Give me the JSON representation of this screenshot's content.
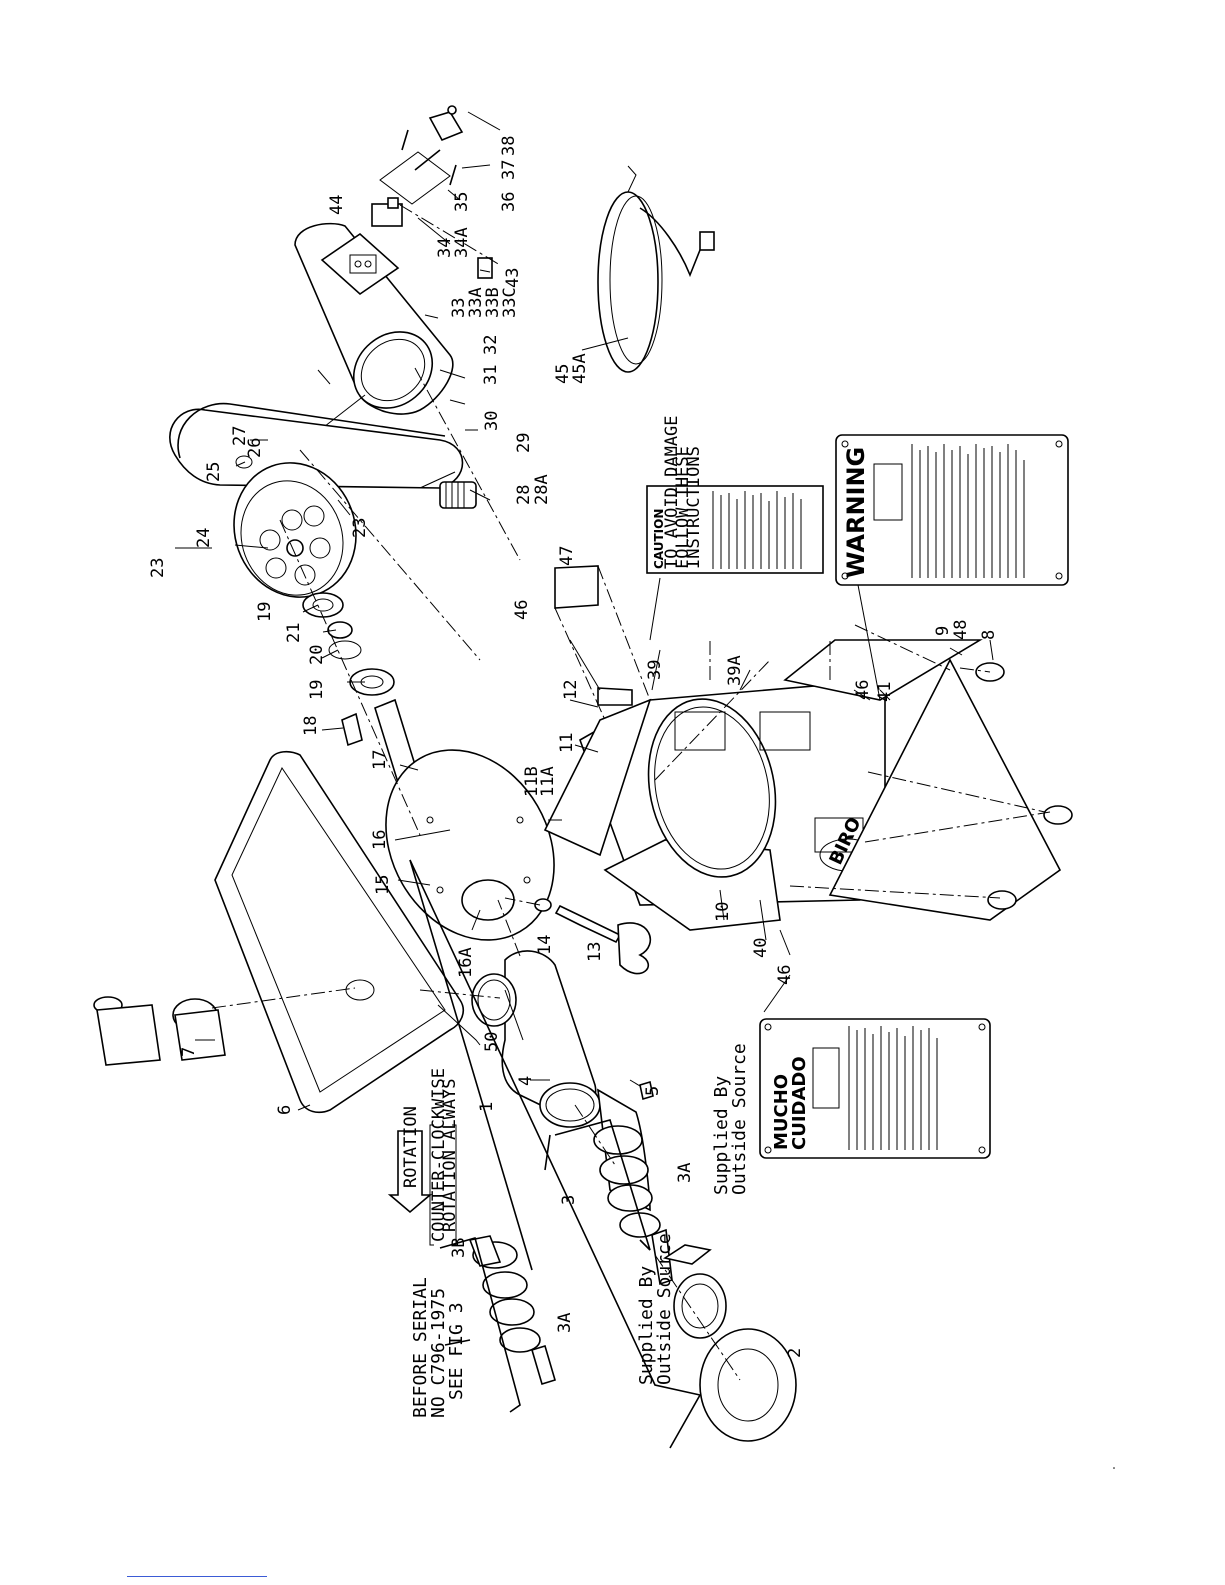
{
  "labels": {
    "p1": "1",
    "p2": "2",
    "p3": "3",
    "p3A_top": "3A",
    "p3A_bot": "3A",
    "p3B": "3B",
    "p4": "4",
    "p5": "5",
    "p6": "6",
    "p7": "7",
    "p8": "8",
    "p9": "9",
    "p10": "10",
    "p11": "11",
    "p11A": "11A",
    "p11B": "11B",
    "p12": "12",
    "p13": "13",
    "p14": "14",
    "p15": "15",
    "p16": "16",
    "p16A": "16A",
    "p17": "17",
    "p18": "18",
    "p19a": "19",
    "p19b": "19",
    "p20": "20",
    "p21": "21",
    "p23a": "23",
    "p23b": "23",
    "p24": "24",
    "p25": "25",
    "p26": "26",
    "p27": "27",
    "p28": "28",
    "p28A": "28A",
    "p29": "29",
    "p30": "30",
    "p31": "31",
    "p32": "32",
    "p33": "33",
    "p33A": "33A",
    "p33B": "33B",
    "p33C": "33C",
    "p34": "34",
    "p34A": "34A",
    "p35": "35",
    "p36": "36",
    "p37": "37",
    "p38": "38",
    "p39": "39",
    "p39A": "39A",
    "p40": "40",
    "p41": "41",
    "p43": "43",
    "p44": "44",
    "p45": "45",
    "p45A": "45A",
    "p46a": "46",
    "p46b": "46",
    "p46c": "46",
    "p47": "47",
    "p48": "48",
    "p50": "50"
  },
  "notes": {
    "before_serial_1": "BEFORE SERIAL",
    "before_serial_2": "NO C796-1975",
    "before_serial_3": "SEE FIG 3",
    "supplied_a_1": "Supplied By",
    "supplied_a_2": "Outside Source",
    "supplied_b_1": "Supplied By",
    "supplied_b_2": "Outside Source",
    "rotation_arrow": "ROTATION",
    "rotation_1": "COUNTER-CLOCKWISE",
    "rotation_2": "ROTATION ALWAYS",
    "brand": "BIRO"
  },
  "caution_label": {
    "title": "CAUTION",
    "sub_1": "TO AVOID DAMAGE",
    "sub_2": "FOLLOW THESE",
    "sub_3": "INSTRUCTIONS"
  },
  "warning_label": {
    "title": "WARNING"
  },
  "mucho_label": {
    "title_1": "MUCHO",
    "title_2": "CUIDADO"
  },
  "colors": {
    "ink": "#000000",
    "paper": "#ffffff",
    "link": "#3b5bd6"
  }
}
